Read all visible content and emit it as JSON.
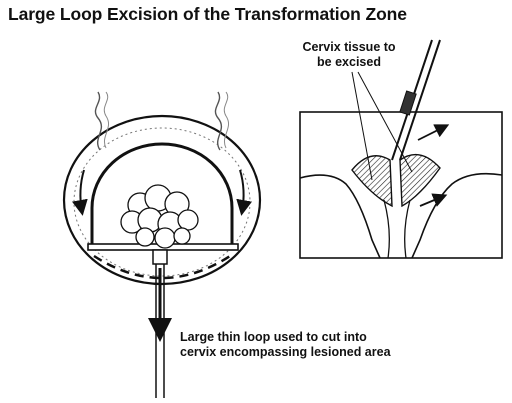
{
  "title": "Large Loop Excision of the Transformation Zone",
  "labels": {
    "tissue": [
      "Cervix tissue to",
      "be excised"
    ],
    "loop": [
      "Large thin loop used to cut into",
      "cervix encompassing lesioned area"
    ]
  }
}
